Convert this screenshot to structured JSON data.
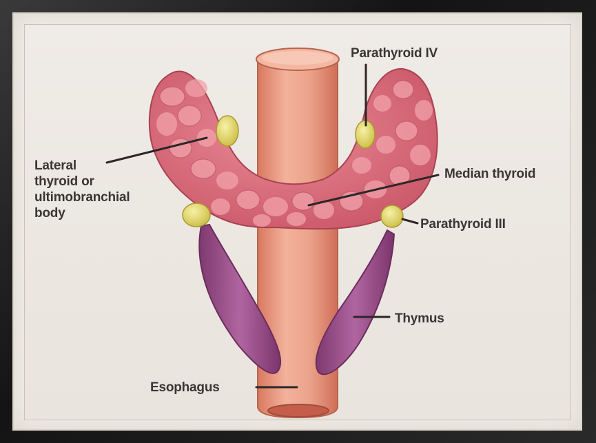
{
  "labels": {
    "parathyroid_iv": "Parathyroid IV",
    "lateral_thyroid": [
      "Lateral",
      "thyroid or",
      "ultimobranchial",
      "body"
    ],
    "median_thyroid": "Median thyroid",
    "parathyroid_iii": "Parathyroid III",
    "thymus": "Thymus",
    "esophagus": "Esophagus"
  },
  "colors": {
    "thyroid": "#d76e7a",
    "esophagus": "#ec9f86",
    "thymus": "#9a4d86",
    "parathyroid": "#e4d870",
    "leader_line": "#2c2626"
  }
}
